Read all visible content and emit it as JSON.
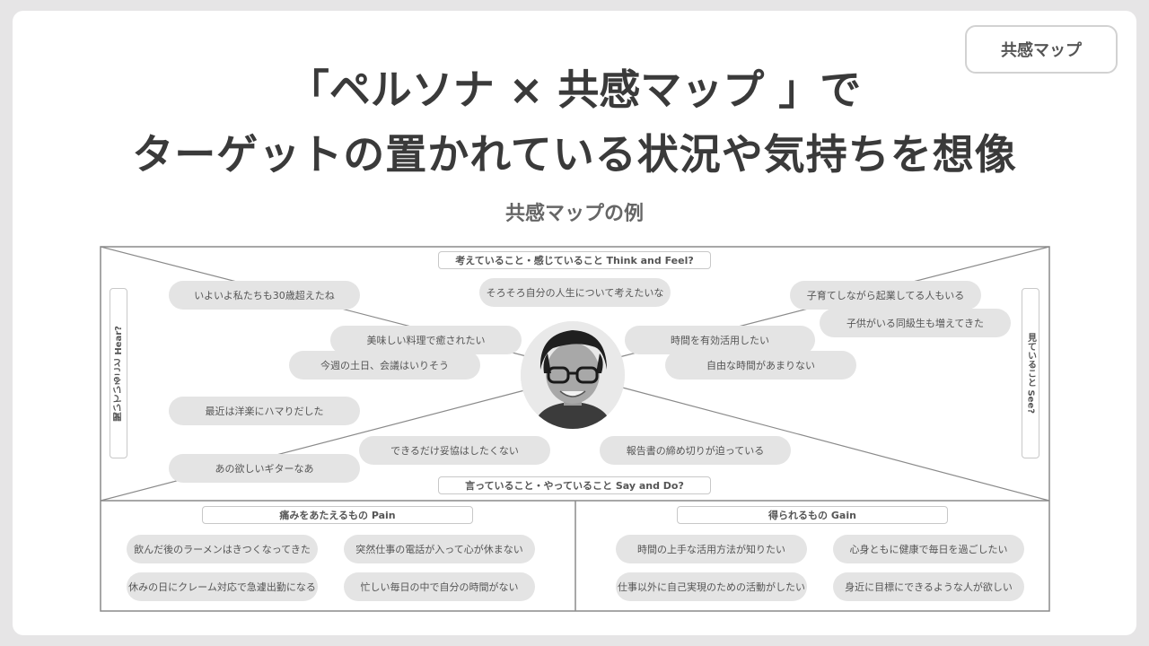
{
  "badge": "共感マップ",
  "title": {
    "line1": "「ペルソナ × 共感マップ 」で",
    "line2": "ターゲットの置かれている状況や気持ちを想像"
  },
  "subtitle": "共感マップの例",
  "map": {
    "think_feel_label": "考えていること・感じていること Think and Feel?",
    "say_do_label": "言っていること・やっていること Say and Do?",
    "hear_label": "聞いていること Hear?",
    "see_label": "見ていること See?",
    "think": [
      "そろそろ自分の人生について考えたいな",
      "時間を有効活用したい",
      "美味しい料理で癒されたい"
    ],
    "hear": [
      "いよいよ私たちも30歳超えたね",
      "今週の土日、会議はいりそう",
      "最近は洋楽にハマりだした",
      "あの欲しいギターなあ"
    ],
    "see": [
      "子育てしながら起業してる人もいる",
      "子供がいる同級生も増えてきた",
      "自由な時間があまりない"
    ],
    "say": [
      "できるだけ妥協はしたくない",
      "報告書の締め切りが迫っている"
    ]
  },
  "pain": {
    "label": "痛みをあたえるもの Pain",
    "items": [
      "飲んだ後のラーメンはきつくなってきた",
      "突然仕事の電話が入って心が休まない",
      "休みの日にクレーム対応で急遽出勤になる",
      "忙しい毎日の中で自分の時間がない"
    ]
  },
  "gain": {
    "label": "得られるもの Gain",
    "items": [
      "時間の上手な活用方法が知りたい",
      "心身ともに健康で毎日を過ごしたい",
      "仕事以外に自己実現のための活動がしたい",
      "身近に目標にできるような人が欲しい"
    ]
  }
}
